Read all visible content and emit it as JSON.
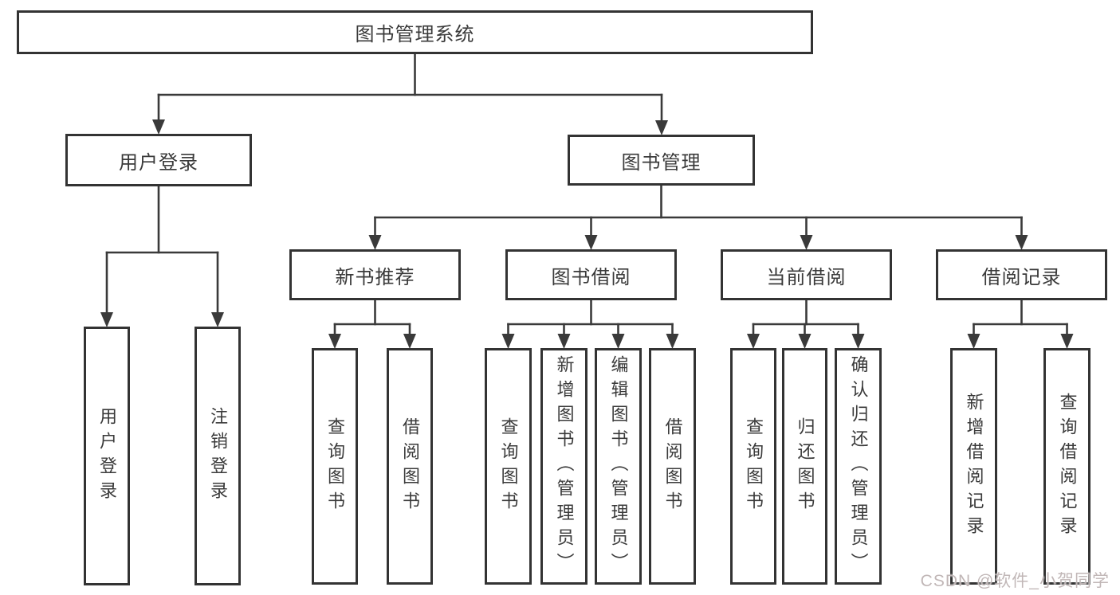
{
  "diagram_title": "图书管理系统",
  "tree": {
    "label": "图书管理系统",
    "children": [
      {
        "label": "用户登录",
        "children": [
          {
            "label": "用户登录"
          },
          {
            "label": "注销登录"
          }
        ]
      },
      {
        "label": "图书管理",
        "children": [
          {
            "label": "新书推荐",
            "children": [
              {
                "label": "查询图书"
              },
              {
                "label": "借阅图书"
              }
            ]
          },
          {
            "label": "图书借阅",
            "children": [
              {
                "label": "查询图书"
              },
              {
                "label": "新增图书（管理员）"
              },
              {
                "label": "编辑图书（管理员）"
              },
              {
                "label": "借阅图书"
              }
            ]
          },
          {
            "label": "当前借阅",
            "children": [
              {
                "label": "查询图书"
              },
              {
                "label": "归还图书"
              },
              {
                "label": "确认归还（管理员）"
              }
            ]
          },
          {
            "label": "借阅记录",
            "children": [
              {
                "label": "新增借阅记录"
              },
              {
                "label": "查询借阅记录"
              }
            ]
          }
        ]
      }
    ]
  },
  "watermark": {
    "text": "CSDN @软件_小贺同学"
  },
  "colors": {
    "line": "#3a3a3a",
    "box_border": "#333333",
    "text": "#3a3a3a",
    "background": "#ffffff",
    "watermark": "#c1b7b7"
  }
}
